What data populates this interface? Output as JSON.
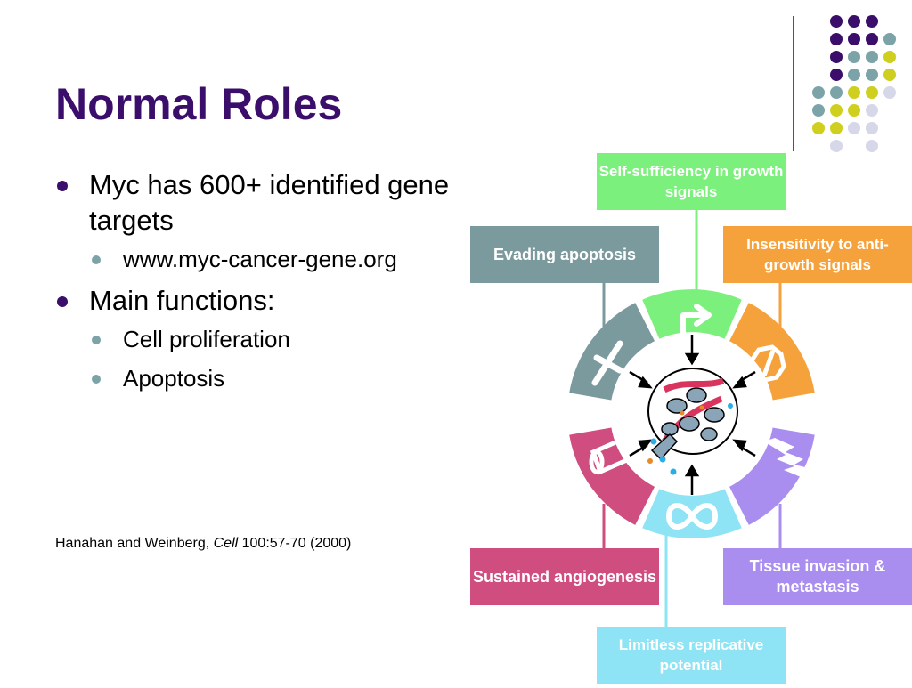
{
  "slide": {
    "title": "Normal Roles"
  },
  "bullets": [
    {
      "text": "Myc has 600+ identified gene targets",
      "sub": [
        "www.myc-cancer-gene.org"
      ]
    },
    {
      "text": "Main functions:",
      "sub": [
        "Cell proliferation",
        "Apoptosis"
      ]
    }
  ],
  "citation": {
    "authors": "Hanahan and Weinberg, ",
    "journal": "Cell",
    "rest": " 100:57-70 (2000)"
  },
  "figure": {
    "labels": {
      "self_sufficiency": "Self-sufficiency in growth signals",
      "evading_apoptosis": "Evading apoptosis",
      "insensitivity": "Insensitivity to anti-growth signals",
      "angiogenesis": "Sustained angiogenesis",
      "invasion": "Tissue invasion & metastasis",
      "replicative": "Limitless replicative potential"
    },
    "colors": {
      "green": "#7cf07c",
      "teal": "#7b9a9e",
      "orange": "#f6a23c",
      "magenta": "#cf4d7f",
      "purple": "#a98ef0",
      "cyan": "#8ee4f4"
    }
  },
  "decor": {
    "colors": {
      "purple": "#3b0e6b",
      "teal": "#7ba3a8",
      "yellow": "#cfcf1f",
      "lavender": "#d7d7ea"
    }
  }
}
